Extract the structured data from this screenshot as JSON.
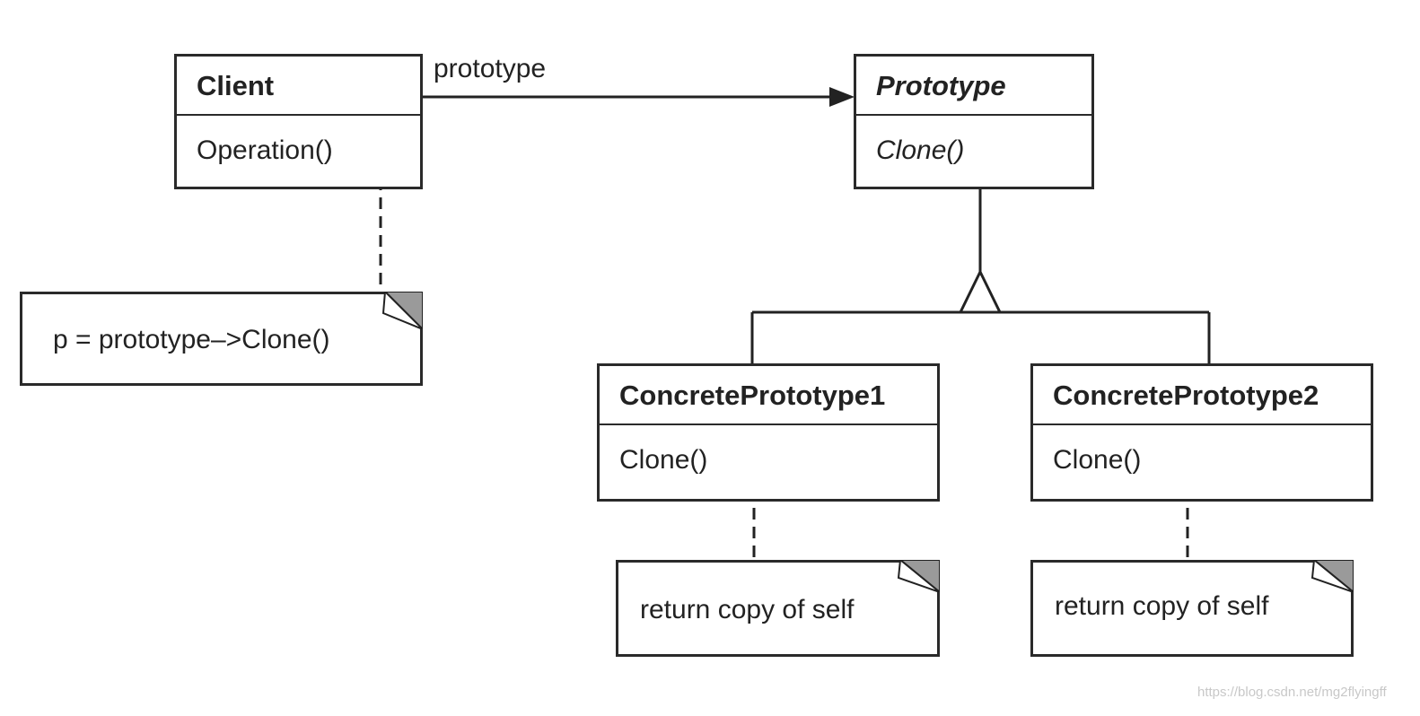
{
  "classes": {
    "client": {
      "name": "Client",
      "operation": "Operation()"
    },
    "prototype": {
      "name": "Prototype",
      "operation": "Clone()"
    },
    "concrete1": {
      "name": "ConcretePrototype1",
      "operation": "Clone()"
    },
    "concrete2": {
      "name": "ConcretePrototype2",
      "operation": "Clone()"
    }
  },
  "notes": {
    "client_note": "p = prototype–>Clone()",
    "concrete1_note": "return copy of self",
    "concrete2_note": "return copy of self"
  },
  "association": {
    "label": "prototype"
  },
  "watermark": "https://blog.csdn.net/mg2flyingff"
}
